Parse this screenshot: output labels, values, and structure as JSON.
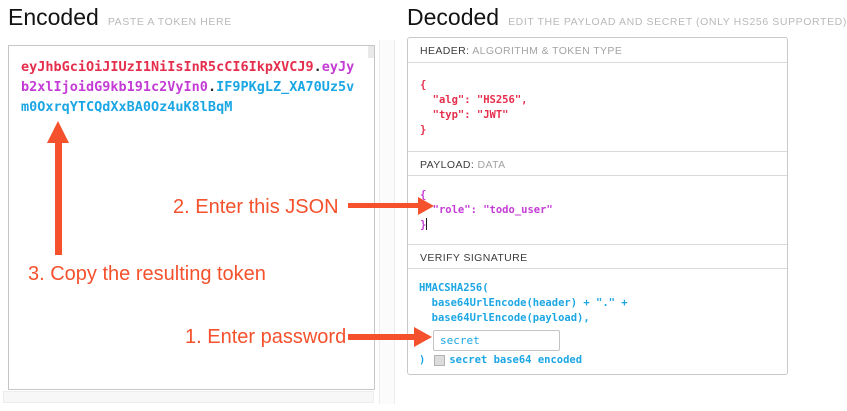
{
  "encoded_panel": {
    "title": "Encoded",
    "subtitle": "PASTE A TOKEN HERE",
    "token": {
      "line1_header": "eyJhbGciOiJIUzI1NiIsInR5cCI6IkpXVCJ9",
      "line1_dot": ".",
      "line1_payload": "eyJy",
      "line2_payload": "b2xlIjoidG9kb191c2VyIn0",
      "line2_dot": ".",
      "line2_signature": "IF9PKgLZ_XA70Uz5v",
      "line3_signature": "m0OxrqYTCQdXxBA0Oz4uK8lBqM"
    }
  },
  "decoded_panel": {
    "title": "Decoded",
    "subtitle": "EDIT THE PAYLOAD AND SECRET (ONLY HS256 SUPPORTED)",
    "header_section": {
      "label": "HEADER:",
      "sublabel": "ALGORITHM & TOKEN TYPE",
      "code": "{\n  \"alg\": \"HS256\",\n  \"typ\": \"JWT\"\n}"
    },
    "payload_section": {
      "label": "PAYLOAD:",
      "sublabel": "DATA",
      "code": "{\n  \"role\": \"todo_user\"\n}"
    },
    "signature_section": {
      "label": "VERIFY SIGNATURE",
      "code": "HMACSHA256(\n  base64UrlEncode(header) + \".\" +\n  base64UrlEncode(payload),",
      "secret_value": "secret",
      "close_paren": ")",
      "checkbox_label": "secret base64 encoded"
    }
  },
  "annotations": {
    "step1": "1. Enter password",
    "step2": "2. Enter this JSON",
    "step3": "3. Copy the resulting token"
  },
  "colors": {
    "token_header": "#e52d4c",
    "token_payload": "#c43bd6",
    "token_signature": "#1ba6e4",
    "annotation": "#f4512c"
  }
}
